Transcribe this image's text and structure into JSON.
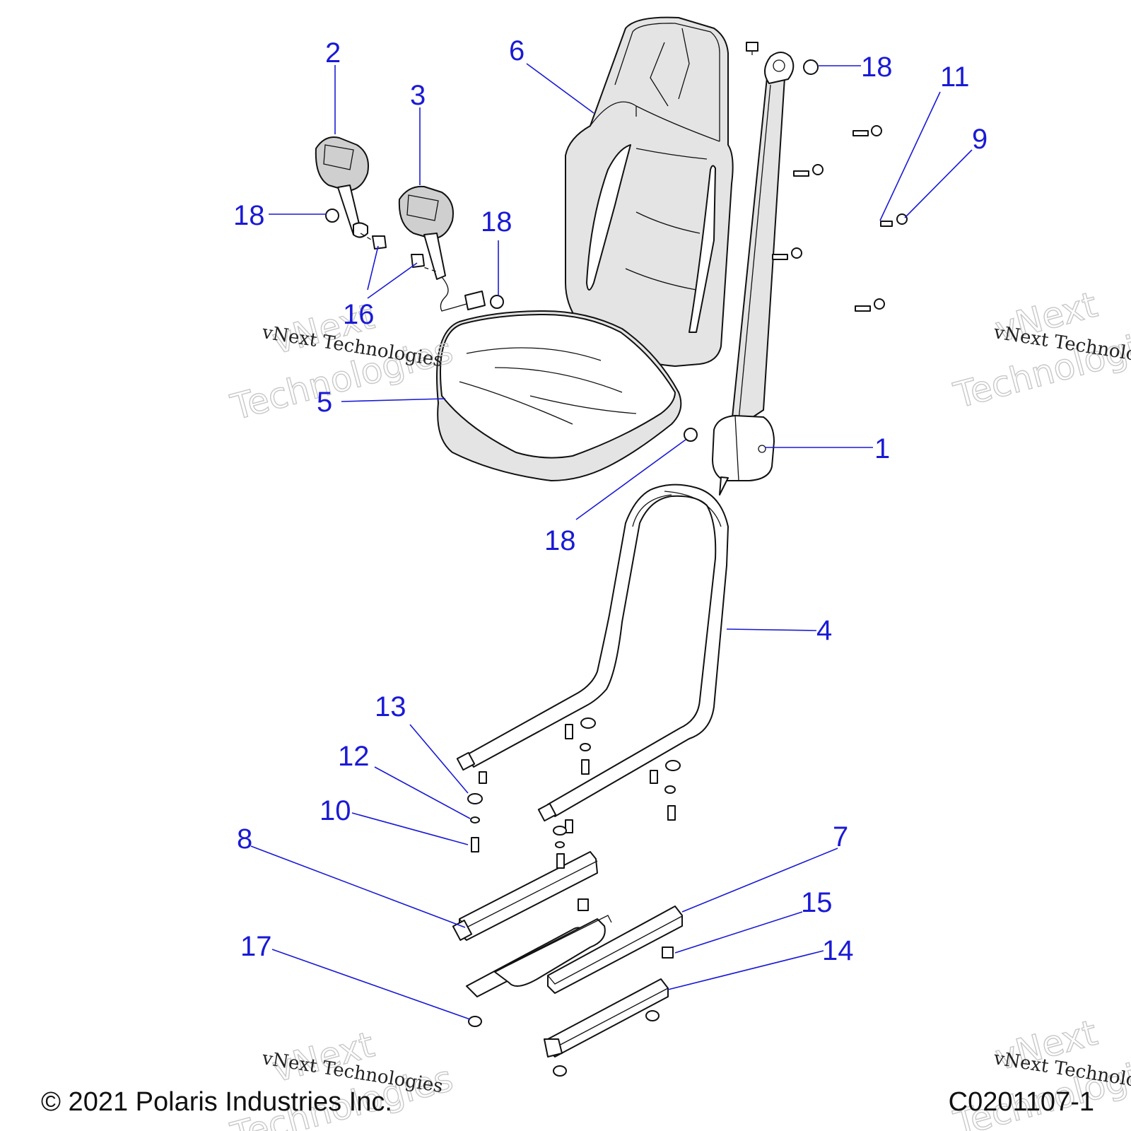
{
  "callouts": [
    {
      "id": "c2",
      "label": "2"
    },
    {
      "id": "c3",
      "label": "3"
    },
    {
      "id": "c6",
      "label": "6"
    },
    {
      "id": "c18a",
      "label": "18"
    },
    {
      "id": "c11",
      "label": "11"
    },
    {
      "id": "c9",
      "label": "9"
    },
    {
      "id": "c18b",
      "label": "18"
    },
    {
      "id": "c18c",
      "label": "18"
    },
    {
      "id": "c16",
      "label": "16"
    },
    {
      "id": "c5",
      "label": "5"
    },
    {
      "id": "c1",
      "label": "1"
    },
    {
      "id": "c18d",
      "label": "18"
    },
    {
      "id": "c4",
      "label": "4"
    },
    {
      "id": "c13",
      "label": "13"
    },
    {
      "id": "c12",
      "label": "12"
    },
    {
      "id": "c10",
      "label": "10"
    },
    {
      "id": "c8",
      "label": "8"
    },
    {
      "id": "c7",
      "label": "7"
    },
    {
      "id": "c15",
      "label": "15"
    },
    {
      "id": "c17",
      "label": "17"
    },
    {
      "id": "c14",
      "label": "14"
    }
  ],
  "watermark": {
    "line1": "vNext",
    "line2": "Technologies",
    "small": "vNext Technologies"
  },
  "footer": {
    "copyright": "© 2021 Polaris Industries Inc.",
    "figure_id": "C0201107-1"
  },
  "colors": {
    "callout": "#1a1ad6",
    "line": "#111111",
    "watermark": "#c8c8c8"
  }
}
